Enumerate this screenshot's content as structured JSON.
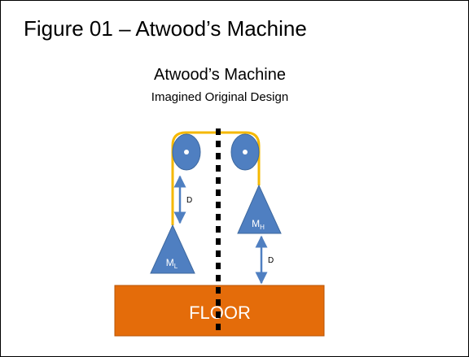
{
  "figure": {
    "caption": "Figure 01 – Atwood’s Machine"
  },
  "diagram": {
    "title": "Atwood’s Machine",
    "subtitle": "Imagined Original Design",
    "left_mass": {
      "label": "M",
      "subscript": "L"
    },
    "right_mass": {
      "label": "M",
      "subscript": "H"
    },
    "left_distance_label": "D",
    "right_distance_label": "D",
    "floor_label": "FLOOR",
    "colors": {
      "mass": "#4f7fc1",
      "mass_stroke": "#3d689f",
      "rope": "#f5b800",
      "floor": "#e46c0a",
      "floor_stroke": "#b85406",
      "arrow": "#4f7fc1",
      "centerline": "#000000"
    }
  }
}
